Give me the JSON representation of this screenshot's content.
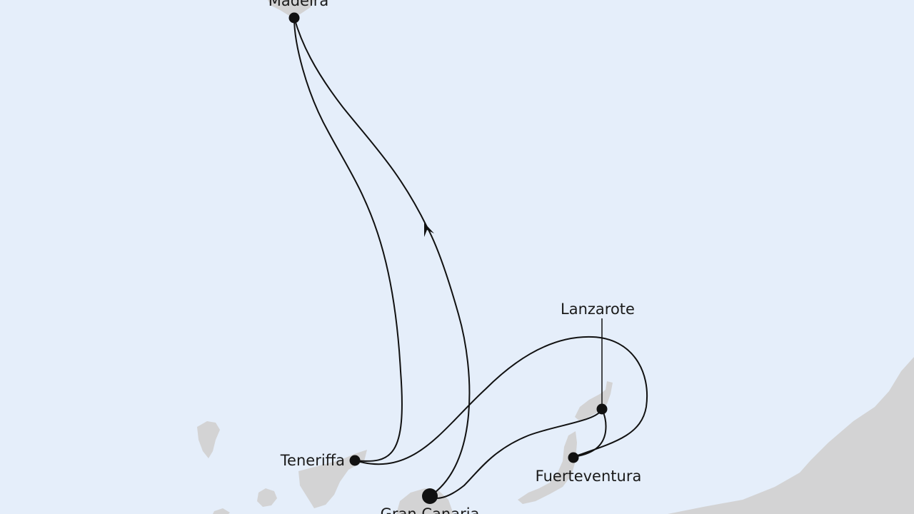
{
  "colors": {
    "sea": "#e5eefa",
    "land": "#d3d3d4",
    "route": "#111111"
  },
  "ports": {
    "madeira": "Madeira",
    "teneriffa": "Teneriffa",
    "gran_canaria": "Gran Canaria",
    "lanzarote": "Lanzarote",
    "fuerteventura": "Fuerteventura"
  }
}
